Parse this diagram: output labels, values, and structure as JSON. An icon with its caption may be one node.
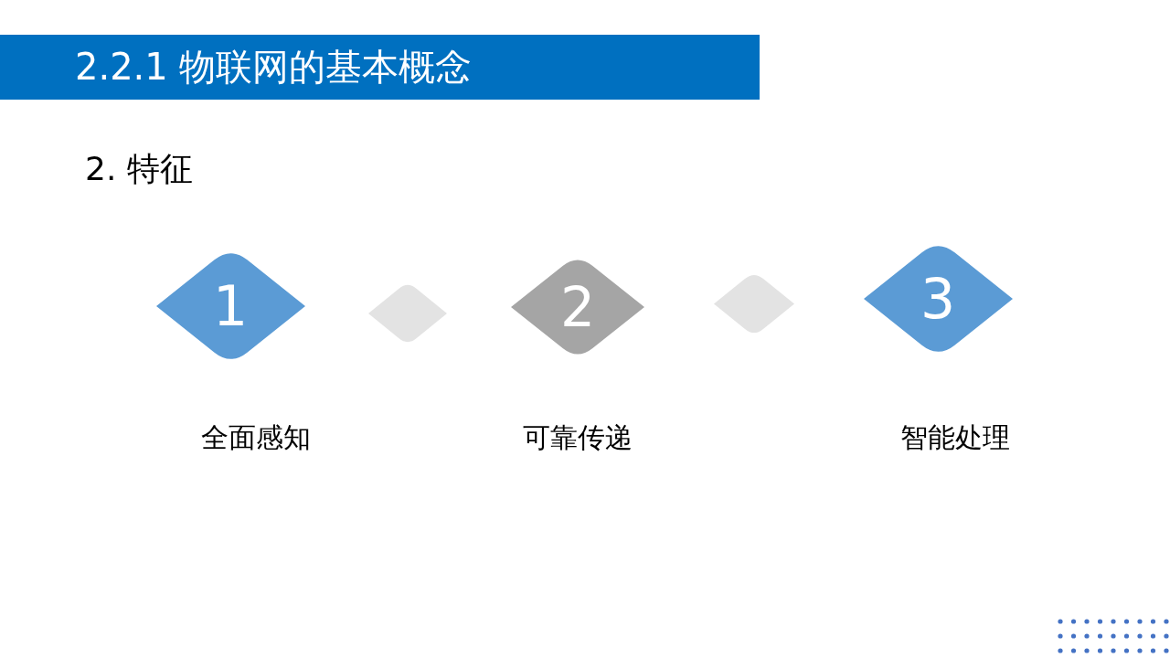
{
  "diagram": {
    "title": "2.2.1 物联网的基本概念",
    "nodes": [
      {
        "text": [
          "1"
        ],
        "beside": [
          "全面感知"
        ]
      },
      {
        "text": [],
        "shape": "diamond"
      },
      {
        "text": [
          "2"
        ],
        "beside": [
          "可靠传递"
        ]
      },
      {
        "text": [],
        "shape": "diamond"
      },
      {
        "text": [
          "3"
        ],
        "beside": [
          "智能处理"
        ]
      }
    ],
    "labels": [
      "2. 特征"
    ]
  }
}
